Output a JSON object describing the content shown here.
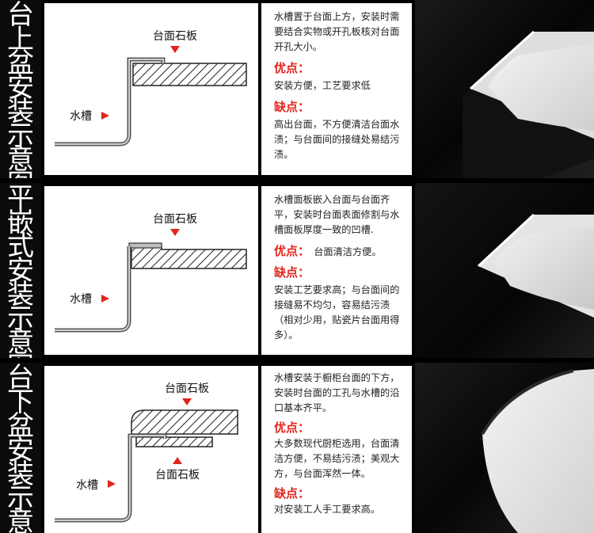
{
  "panels": [
    {
      "side_title": "台上盆安装示意图",
      "label_stone": "台面石板",
      "label_sink": "水槽",
      "intro": "水槽置于台面上方，安装时需要结合实物或开孔板核对台面开孔大小。",
      "pros_title": "优点：",
      "pros": "安装方便，工艺要求低",
      "cons_title": "缺点：",
      "cons": "高出台面，不方便清洁台面水渍；与台面间的接缝处易结污渍。"
    },
    {
      "side_title": "平嵌式安装示意图",
      "label_stone": "台面石板",
      "label_sink": "水槽",
      "intro": "水槽面板嵌入台面与台面齐平，安装时台面表面修割与水槽面板厚度一致的凹槽.",
      "pros_title": "优点：",
      "pros": "台面清洁方便。",
      "cons_title": "缺点：",
      "cons": "安装工艺要求高；与台面间的接缝易不均匀，容易结污渍（相对少用，贴瓷片台面用得多）。"
    },
    {
      "side_title": "台下盆安装示意图",
      "label_stone_top": "台面石板",
      "label_stone_bottom": "台面石板",
      "label_sink": "水槽",
      "intro": "水槽安装于橱柜台面的下方，安装时台面的工孔与水槽的沿口基本齐平。",
      "pros_title": "优点：",
      "pros": "大多数现代厨柜选用，台面清洁方便，不易结污渍；美观大方，与台面浑然一体。",
      "cons_title": "缺点：",
      "cons": "对安装工人手工要求高。"
    }
  ],
  "colors": {
    "accent": "#e2241c",
    "background": "#000000",
    "panel": "#ffffff"
  }
}
